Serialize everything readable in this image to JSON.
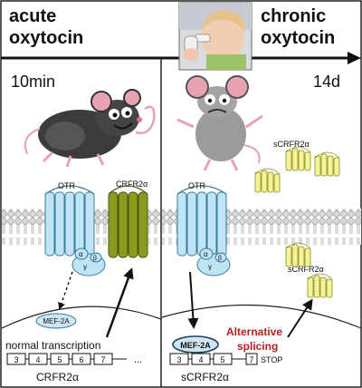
{
  "header": {
    "left_line1": "acute",
    "left_line2": "oxytocin",
    "right_line1": "chronic",
    "right_line2": "oxytocin",
    "left_time": "10min",
    "right_time": "14d"
  },
  "left_panel": {
    "otr_label": "OTR",
    "crfr_label": "CRFR2α",
    "alpha": "α",
    "beta": "β",
    "gamma": "γ",
    "mef_label": "MEF-2A",
    "transcription_label": "normal transcription",
    "exons": [
      "3",
      "4",
      "5",
      "6",
      "7"
    ],
    "ellipsis": "...",
    "gene_label": "CRFR2α"
  },
  "right_panel": {
    "otr_label": "OTR",
    "alpha": "α",
    "beta": "β",
    "gamma": "γ",
    "scrfr_label_top": "sCRFR2α",
    "scrfr_label_mid": "sCRFR2α",
    "mef_label": "MEF-2A",
    "splicing_line1": "Alternative",
    "splicing_line2": "splicing",
    "exons": [
      "3",
      "4",
      "5",
      "7"
    ],
    "stop_label": "STOP",
    "gene_label": "sCRFR2α"
  },
  "colors": {
    "otr": "#bfe4f5",
    "crfr": "#8a9a1e",
    "scrfr": "#f4f39a",
    "mef": "#cfe6f2",
    "splicing": "#b51f1f"
  }
}
